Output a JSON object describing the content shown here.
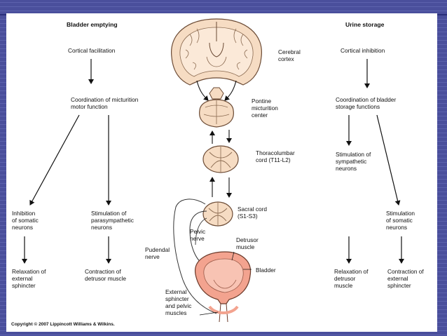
{
  "left": {
    "title": "Bladder emptying",
    "cortical": "Cortical facilitation",
    "coordination": "Coordination of micturition\nmotor function",
    "somatic": "Inhibition\nof somatic\nneurons",
    "parasympathetic": "Stimulation of\nparasympathetic\nneurons",
    "relaxation": "Relaxation of\nexternal\nsphincter",
    "contraction": "Contraction of\ndetrusor muscle"
  },
  "right": {
    "title": "Urine storage",
    "cortical": "Cortical inhibition",
    "coordination": "Coordination of bladder\nstorage functions",
    "sympathetic": "Stimulation of\nsympathetic\nneurons",
    "somatic": "Stimulation\nof somatic\nneurons",
    "relaxation": "Relaxation of\ndetrusor\nmuscle",
    "contraction": "Contraction of\nexternal\nsphincter"
  },
  "center": {
    "cerebral_cortex": "Cerebral\ncortex",
    "pontine": "Pontine\nmicturition\ncenter",
    "thoracolumbar": "Thoracolumbar\ncord (T11-L2)",
    "sacral": "Sacral cord\n(S1-S3)",
    "pelvic_nerve": "Pelvic\nnerve",
    "detrusor": "Detrusor\nmuscle",
    "pudendal": "Pudendal\nnerve",
    "bladder": "Bladder",
    "external_sphincter": "External\nsphincter\nand pelvic\nmuscles"
  },
  "copyright": "Copyright © 2007 Lippincott Williams & Wilkins.",
  "colors": {
    "background": "#4a4f9c",
    "tissue": "#f6dcc3",
    "tissue_outline": "#6b4a34",
    "bladder": "#f3a38f"
  }
}
